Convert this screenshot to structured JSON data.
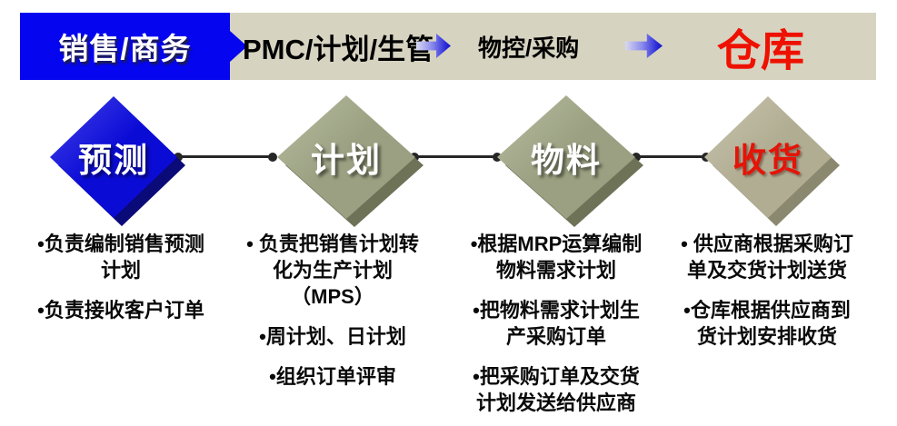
{
  "header": {
    "stages": [
      {
        "label": "销售/商务"
      },
      {
        "label": "PMC/计划/生管"
      },
      {
        "label": "物控/采购"
      },
      {
        "label": "仓库"
      }
    ]
  },
  "flow": {
    "nodes": [
      {
        "label": "预测",
        "face_color": "#0b0bd6",
        "text_color": "#ffffff"
      },
      {
        "label": "计划",
        "face_color": "#9aa081",
        "text_color": "#ffffff"
      },
      {
        "label": "物料",
        "face_color": "#9aa081",
        "text_color": "#ffffff"
      },
      {
        "label": "收货",
        "face_color": "#b1ad93",
        "text_color": "#e41408"
      }
    ]
  },
  "columns": [
    {
      "items": [
        "•负责编制销售预测计划",
        "•负责接收客户订单"
      ]
    },
    {
      "items": [
        "• 负责把销售计划转化为生产计划（MPS）",
        "•周计划、日计划",
        "•组织订单评审"
      ]
    },
    {
      "items": [
        "•根据MRP运算编制物料需求计划",
        "•把物料需求计划生产采购订单",
        "•把采购订单及交货计划发送给供应商"
      ]
    },
    {
      "items": [
        "• 供应商根据采购订单及交货计划送货",
        "•仓库根据供应商到货计划安排收货"
      ]
    }
  ],
  "colors": {
    "header_bar": "#d6d3c1",
    "header_box_blue": "#0505ef",
    "accent_red": "#ee1100",
    "diamond_blue": "#0b0bd6",
    "diamond_olive": "#9aa081",
    "diamond_light_olive": "#b1ad93",
    "connector": "#262626"
  }
}
